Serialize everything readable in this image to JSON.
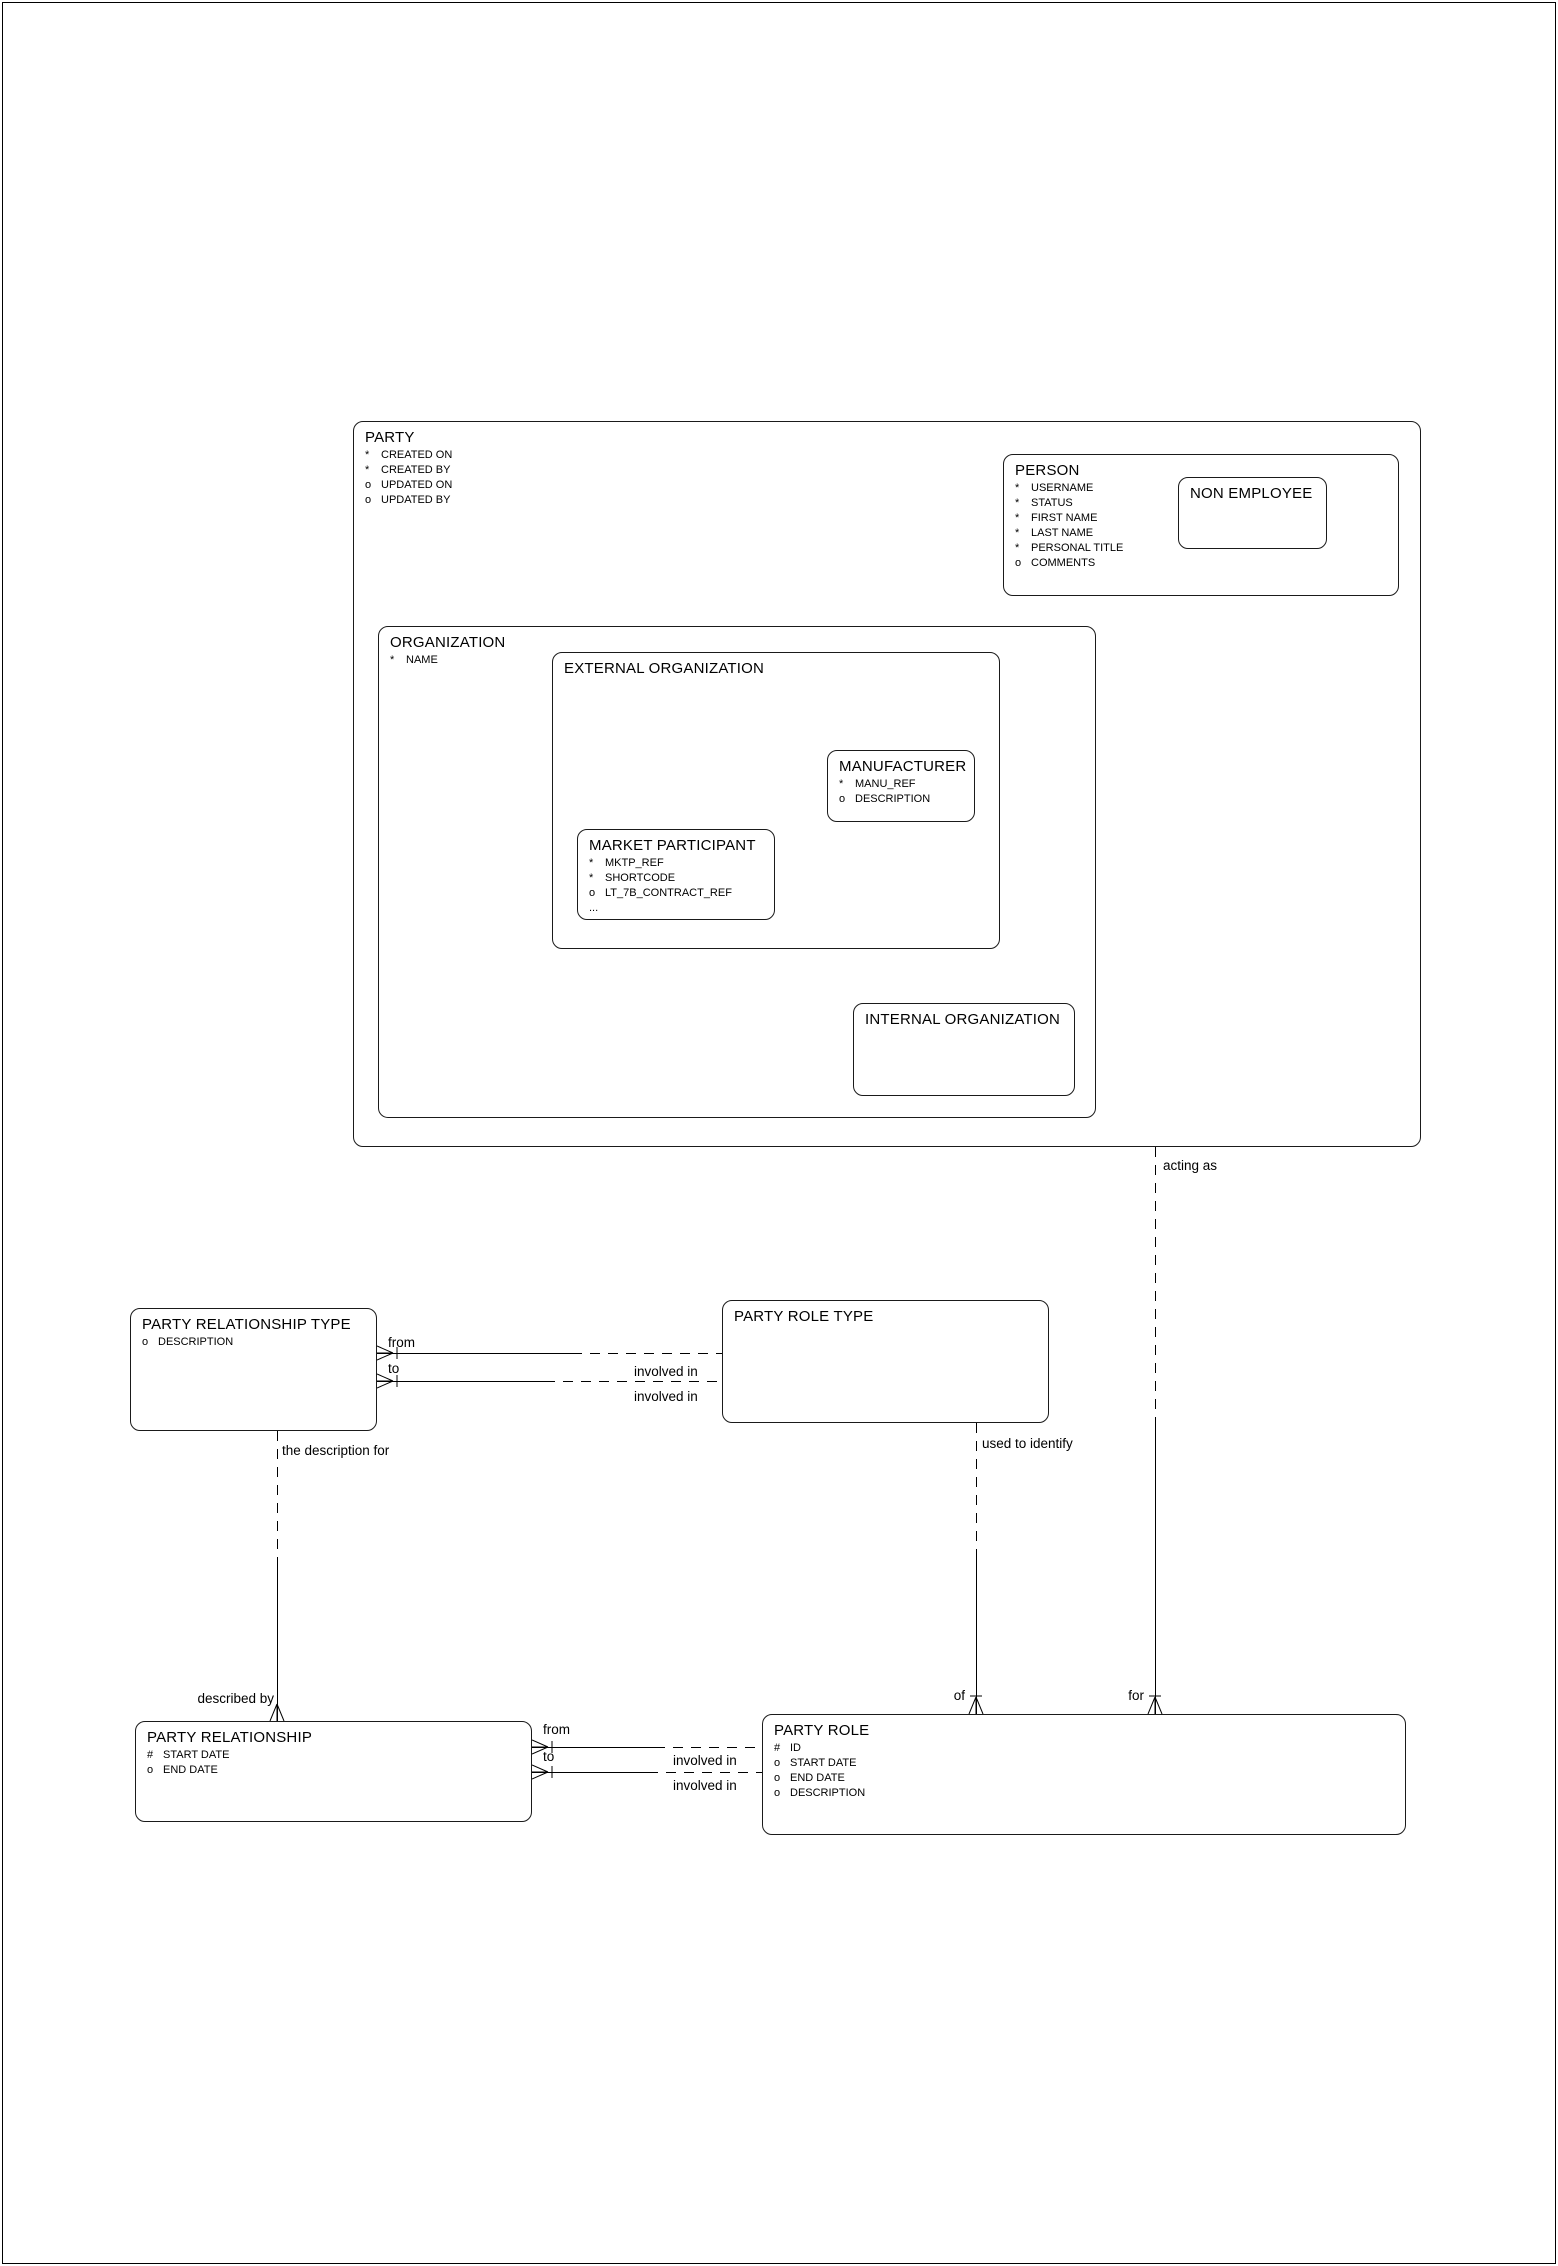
{
  "colors": {
    "line": "#000000",
    "background": "#ffffff"
  },
  "entities": {
    "party": {
      "title": "PARTY",
      "attributes": [
        {
          "m": "*",
          "n": "CREATED ON"
        },
        {
          "m": "*",
          "n": "CREATED BY"
        },
        {
          "m": "o",
          "n": "UPDATED ON"
        },
        {
          "m": "o",
          "n": "UPDATED BY"
        }
      ]
    },
    "person": {
      "title": "PERSON",
      "attributes": [
        {
          "m": "*",
          "n": "USERNAME"
        },
        {
          "m": "*",
          "n": "STATUS"
        },
        {
          "m": "*",
          "n": "FIRST NAME"
        },
        {
          "m": "*",
          "n": "LAST NAME"
        },
        {
          "m": "*",
          "n": "PERSONAL TITLE"
        },
        {
          "m": "o",
          "n": "COMMENTS"
        }
      ]
    },
    "non_employee": {
      "title": "NON EMPLOYEE"
    },
    "organization": {
      "title": "ORGANIZATION",
      "attributes": [
        {
          "m": "*",
          "n": "NAME"
        }
      ]
    },
    "external_organization": {
      "title": "EXTERNAL ORGANIZATION"
    },
    "manufacturer": {
      "title": "MANUFACTURER",
      "attributes": [
        {
          "m": "*",
          "n": "MANU_REF"
        },
        {
          "m": "o",
          "n": "DESCRIPTION"
        }
      ]
    },
    "market_participant": {
      "title": "MARKET PARTICIPANT",
      "attributes": [
        {
          "m": "*",
          "n": "MKTP_REF"
        },
        {
          "m": "*",
          "n": "SHORTCODE"
        },
        {
          "m": "o",
          "n": "LT_7B_CONTRACT_REF"
        },
        {
          "m": "...",
          "n": ""
        }
      ]
    },
    "internal_organization": {
      "title": "INTERNAL ORGANIZATION"
    },
    "party_relationship_type": {
      "title": "PARTY RELATIONSHIP TYPE",
      "attributes": [
        {
          "m": "o",
          "n": "DESCRIPTION"
        }
      ]
    },
    "party_role_type": {
      "title": "PARTY ROLE TYPE"
    },
    "party_relationship": {
      "title": "PARTY RELATIONSHIP",
      "attributes": [
        {
          "m": "#",
          "n": "START DATE"
        },
        {
          "m": "o",
          "n": "END DATE"
        }
      ]
    },
    "party_role": {
      "title": "PARTY ROLE",
      "attributes": [
        {
          "m": "#",
          "n": "ID"
        },
        {
          "m": "o",
          "n": "START DATE"
        },
        {
          "m": "o",
          "n": "END DATE"
        },
        {
          "m": "o",
          "n": "DESCRIPTION"
        }
      ]
    }
  },
  "connectors": {
    "acting_as": "acting as",
    "for": "for",
    "used_to_identify": "used to identify",
    "of": "of",
    "the_description_for": "the description for",
    "described_by": "described by",
    "from_top": "from",
    "to_top": "to",
    "involved_in_top_1": "involved in",
    "involved_in_top_2": "involved in",
    "from_bottom": "from",
    "to_bottom": "to",
    "involved_in_bottom_1": "involved in",
    "involved_in_bottom_2": "involved in"
  }
}
